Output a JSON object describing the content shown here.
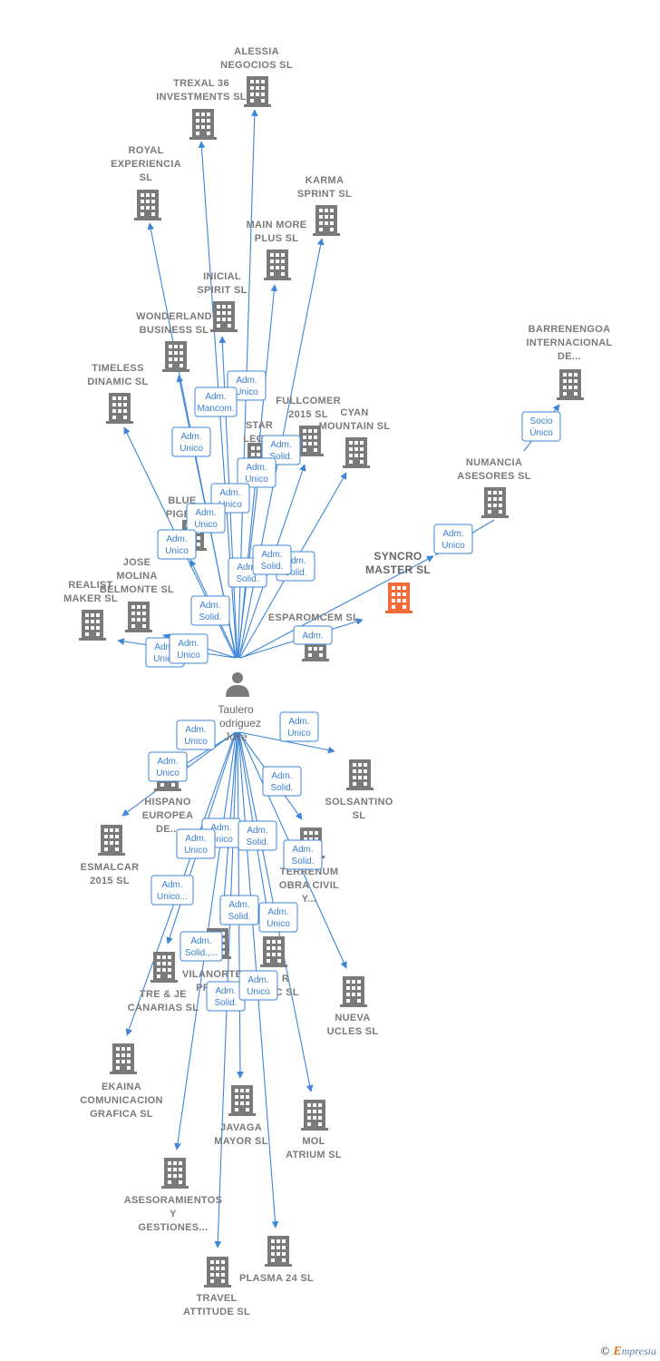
{
  "colors": {
    "edge": "#3c85d8",
    "building": "#7a7a7a",
    "focus": "#f26b3a",
    "role_text": "#3a7fd0",
    "role_border": "#3c85d8"
  },
  "person": {
    "label_lines": [
      "Taulero",
      "odriguez",
      "Jose"
    ],
    "icon": "person-icon"
  },
  "companies": [
    {
      "id": "alessia",
      "label_lines": [
        "ALESSIA",
        "NEGOCIOS  SL"
      ],
      "icon": "building-icon"
    },
    {
      "id": "trexal",
      "label_lines": [
        "TREXAL 36",
        "INVESTMENTS SL"
      ],
      "icon": "building-icon"
    },
    {
      "id": "royal",
      "label_lines": [
        "ROYAL",
        "EXPERIENCIA",
        "SL"
      ],
      "icon": "building-icon"
    },
    {
      "id": "karma",
      "label_lines": [
        "KARMA",
        "SPRINT  SL"
      ],
      "icon": "building-icon"
    },
    {
      "id": "mainmore",
      "label_lines": [
        "MAIN MORE",
        "PLUS  SL"
      ],
      "icon": "building-icon"
    },
    {
      "id": "inicial",
      "label_lines": [
        "INICIAL",
        "SPIRIT  SL"
      ],
      "icon": "building-icon"
    },
    {
      "id": "wonderland",
      "label_lines": [
        "WONDERLAND",
        "BUSINESS  SL"
      ],
      "icon": "building-icon"
    },
    {
      "id": "barrenengoa",
      "label_lines": [
        "BARRENENGOA",
        "INTERNACIONAL",
        "DE..."
      ],
      "icon": "building-icon"
    },
    {
      "id": "timeless",
      "label_lines": [
        "TIMELESS",
        "DINAMIC  SL"
      ],
      "icon": "building-icon"
    },
    {
      "id": "fullcomer",
      "label_lines": [
        "FULLCOMER",
        "2015  SL"
      ],
      "icon": "building-icon"
    },
    {
      "id": "cyan",
      "label_lines": [
        "CYAN",
        "MOUNTAIN  SL"
      ],
      "icon": "building-icon"
    },
    {
      "id": "star",
      "label_lines": [
        "STAR",
        "LEGIO"
      ],
      "icon": "building-icon"
    },
    {
      "id": "numancia",
      "label_lines": [
        "NUMANCIA",
        "ASESORES  SL"
      ],
      "icon": "building-icon"
    },
    {
      "id": "blue",
      "label_lines": [
        "BLUE",
        "PIGEO"
      ],
      "icon": "building-icon"
    },
    {
      "id": "syncro",
      "label_lines": [
        "SYNCRO",
        "MASTER  SL"
      ],
      "icon": "building-icon",
      "focus": true
    },
    {
      "id": "jose",
      "label_lines": [
        "JOSE",
        "MOLINA",
        "BELMONTE  SL"
      ],
      "icon": "building-icon"
    },
    {
      "id": "realist",
      "label_lines": [
        "REALIST",
        "MAKER  SL"
      ],
      "icon": "building-icon"
    },
    {
      "id": "esparomcem",
      "label_lines": [
        "ESPAROMCEM SL"
      ],
      "icon": "building-icon"
    },
    {
      "id": "solsantino",
      "label_lines": [
        "SOLSANTINO",
        "SL"
      ],
      "icon": "building-icon"
    },
    {
      "id": "hispano",
      "label_lines": [
        "HISPANO",
        "EUROPEA",
        "DE..."
      ],
      "icon": "building-icon"
    },
    {
      "id": "esmalcar",
      "label_lines": [
        "ESMALCAR",
        "2015  SL"
      ],
      "icon": "building-icon"
    },
    {
      "id": "terrenum",
      "label_lines": [
        "TERRENUM",
        "OBRA CIVIL",
        "Y..."
      ],
      "icon": "building-icon"
    },
    {
      "id": "vilanorte",
      "label_lines": [
        "VILANORTE",
        "PRINC"
      ],
      "icon": "building-icon"
    },
    {
      "id": "trejje",
      "label_lines": [
        "TRE & JE",
        "CANARIAS  SL"
      ],
      "icon": "building-icon"
    },
    {
      "id": "rsl",
      "label_lines": [
        "R",
        "IC  SL"
      ],
      "icon": "building-icon"
    },
    {
      "id": "nueva",
      "label_lines": [
        "NUEVA",
        "UCLES  SL"
      ],
      "icon": "building-icon"
    },
    {
      "id": "ekaina",
      "label_lines": [
        "EKAINA",
        "COMUNICACION",
        "GRAFICA  SL"
      ],
      "icon": "building-icon"
    },
    {
      "id": "javaga",
      "label_lines": [
        "JAVAGA",
        "MAYOR  SL"
      ],
      "icon": "building-icon"
    },
    {
      "id": "mol",
      "label_lines": [
        "MOL",
        "ATRIUM  SL"
      ],
      "icon": "building-icon"
    },
    {
      "id": "asesoramientos",
      "label_lines": [
        "ASESORAMIENTOS",
        "Y",
        "GESTIONES..."
      ],
      "icon": "building-icon"
    },
    {
      "id": "plasma",
      "label_lines": [
        "PLASMA 24 SL"
      ],
      "icon": "building-icon"
    },
    {
      "id": "travel",
      "label_lines": [
        "TRAVEL",
        "ATTITUDE  SL"
      ],
      "icon": "building-icon"
    }
  ],
  "roles": [
    {
      "id": "r1",
      "lines": [
        "Adm.",
        "Unico"
      ]
    },
    {
      "id": "r2",
      "lines": [
        "Adm.",
        "Mancom."
      ]
    },
    {
      "id": "r3",
      "lines": [
        "Adm.",
        "Unico"
      ]
    },
    {
      "id": "r4",
      "lines": [
        "Adm.",
        "Solid."
      ]
    },
    {
      "id": "r5",
      "lines": [
        "Adm.",
        "Unico"
      ]
    },
    {
      "id": "r6",
      "lines": [
        "Adm.",
        "Unico"
      ]
    },
    {
      "id": "r7",
      "lines": [
        "Adm.",
        "Unico"
      ]
    },
    {
      "id": "r8",
      "lines": [
        "Adm.",
        "Unico"
      ]
    },
    {
      "id": "r9",
      "lines": [
        "Adm.",
        "Solid."
      ]
    },
    {
      "id": "r10",
      "lines": [
        "Adm.",
        "Solid."
      ]
    },
    {
      "id": "r11",
      "lines": [
        "Adm.",
        "Solid."
      ]
    },
    {
      "id": "r12",
      "lines": [
        "Adm.",
        "Solid."
      ]
    },
    {
      "id": "r13",
      "lines": [
        "Adm.",
        "Unico"
      ]
    },
    {
      "id": "r14",
      "lines": [
        "Adm."
      ]
    },
    {
      "id": "r15",
      "lines": [
        "Adm.",
        "Unico"
      ]
    },
    {
      "id": "r16",
      "lines": [
        "Socio",
        "Único"
      ]
    },
    {
      "id": "r17",
      "lines": [
        "Adm.",
        "Unico"
      ]
    },
    {
      "id": "r18",
      "lines": [
        "Adm.",
        "Unico"
      ]
    },
    {
      "id": "r19",
      "lines": [
        "Adm.",
        "Solid."
      ]
    },
    {
      "id": "r20",
      "lines": [
        "Adm.",
        "Unico"
      ]
    },
    {
      "id": "r21",
      "lines": [
        "Adm.",
        "Solid."
      ]
    },
    {
      "id": "r22",
      "lines": [
        "Adm.",
        "Unico"
      ]
    },
    {
      "id": "r23",
      "lines": [
        "Adm.",
        "Unico"
      ]
    },
    {
      "id": "r24",
      "lines": [
        "Adm.",
        "Solid."
      ]
    },
    {
      "id": "r25",
      "lines": [
        "Adm.",
        "Solid."
      ]
    },
    {
      "id": "r26",
      "lines": [
        "Adm.",
        "Unico..."
      ]
    },
    {
      "id": "r27",
      "lines": [
        "Adm.",
        "Solid."
      ]
    },
    {
      "id": "r28",
      "lines": [
        "Adm.",
        "Unico"
      ]
    },
    {
      "id": "r29",
      "lines": [
        "Adm.",
        "Solid.,..."
      ]
    },
    {
      "id": "r30",
      "lines": [
        "Adm.",
        "Unico"
      ]
    },
    {
      "id": "r31",
      "lines": [
        "Adm.",
        "Unico"
      ]
    }
  ],
  "footer": {
    "copyright": "©",
    "brand_initial": "E",
    "brand_rest": "mpresia"
  }
}
